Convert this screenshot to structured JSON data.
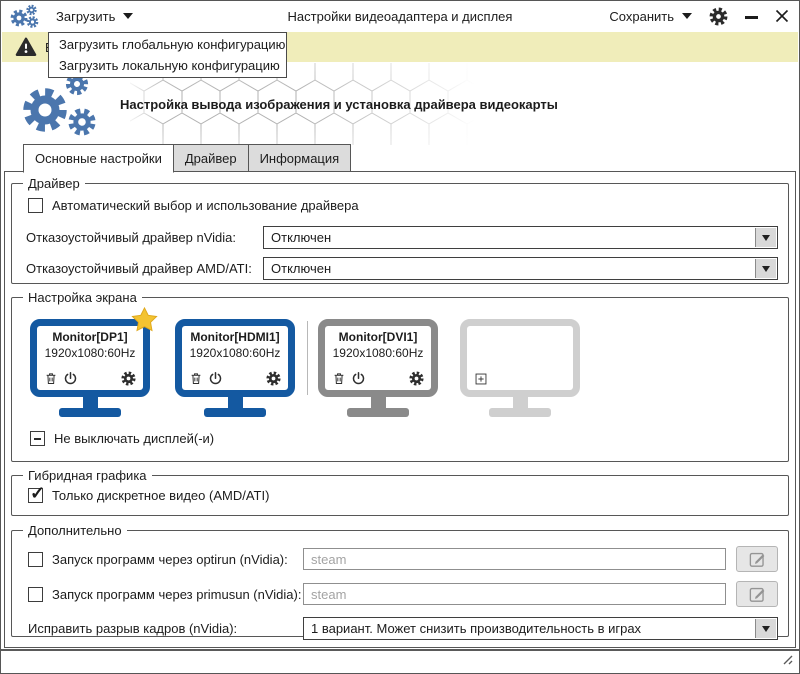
{
  "window": {
    "title": "Настройки видеоадаптера и дисплея",
    "load_label": "Загрузить",
    "save_label": "Сохранить"
  },
  "menu": {
    "items": [
      "Загрузить глобальную конфигурацию",
      "Загрузить локальную конфигурацию"
    ]
  },
  "warning": {
    "text_visible": "В"
  },
  "header": {
    "title": "Настройка вывода изображения и установка драйвера видеокарты"
  },
  "tabs": {
    "active_index": 0,
    "items": [
      {
        "label": "Основные настройки"
      },
      {
        "label": "Драйвер"
      },
      {
        "label": "Информация"
      }
    ]
  },
  "driver_group": {
    "title": "Драйвер",
    "auto_checkbox_label": "Автоматический выбор и использование драйвера",
    "auto_checked": false,
    "rows": [
      {
        "label": "Отказоустойчивый драйвер nVidia:",
        "value": "Отключен"
      },
      {
        "label": "Отказоустойчивый драйвер AMD/ATI:",
        "value": "Отключен"
      }
    ]
  },
  "screen_group": {
    "title": "Настройка экрана",
    "monitors": [
      {
        "name": "Monitor[DP1]",
        "resolution": "1920x1080:60Hz",
        "state": "primary-starred"
      },
      {
        "name": "Monitor[HDMI1]",
        "resolution": "1920x1080:60Hz",
        "state": "active"
      },
      {
        "name": "Monitor[DVI1]",
        "resolution": "1920x1080:60Hz",
        "state": "inactive"
      },
      {
        "name": "",
        "resolution": "",
        "state": "empty-add"
      }
    ],
    "keep_on_label": "Не выключать дисплей(-и)",
    "keep_on_state": "indeterminate"
  },
  "hybrid_group": {
    "title": "Гибридная графика",
    "discrete_label": "Только дискретное видео (AMD/ATI)",
    "discrete_checked": true
  },
  "extra_group": {
    "title": "Дополнительно",
    "optirun_label": "Запуск программ через optirun (nVidia):",
    "optirun_checked": false,
    "optirun_placeholder": "steam",
    "primusun_label": "Запуск программ через primusun (nVidia):",
    "primusun_checked": false,
    "primusun_placeholder": "steam",
    "tearing_label": "Исправить разрыв кадров (nVidia):",
    "tearing_value": "1 вариант. Может снизить производительность в играх"
  },
  "icons": {
    "app_gears": "three blue gears",
    "warning": "black triangle with exclamation",
    "settings_gear": "dark gear",
    "trash": "trash can",
    "power": "power symbol",
    "monitor_gear": "gear",
    "add_monitor": "plus in square",
    "star": "gold star",
    "edit": "pencil in square",
    "resize_grip": "diagonal lines"
  },
  "colors": {
    "monitor_active": "#1459a1",
    "monitor_inactive": "#8a8a8a",
    "monitor_empty": "#cfcfcf",
    "icon_blue": "#4b76ad",
    "warning_bg": "#f0edba",
    "star_gold": "#f3c331"
  }
}
